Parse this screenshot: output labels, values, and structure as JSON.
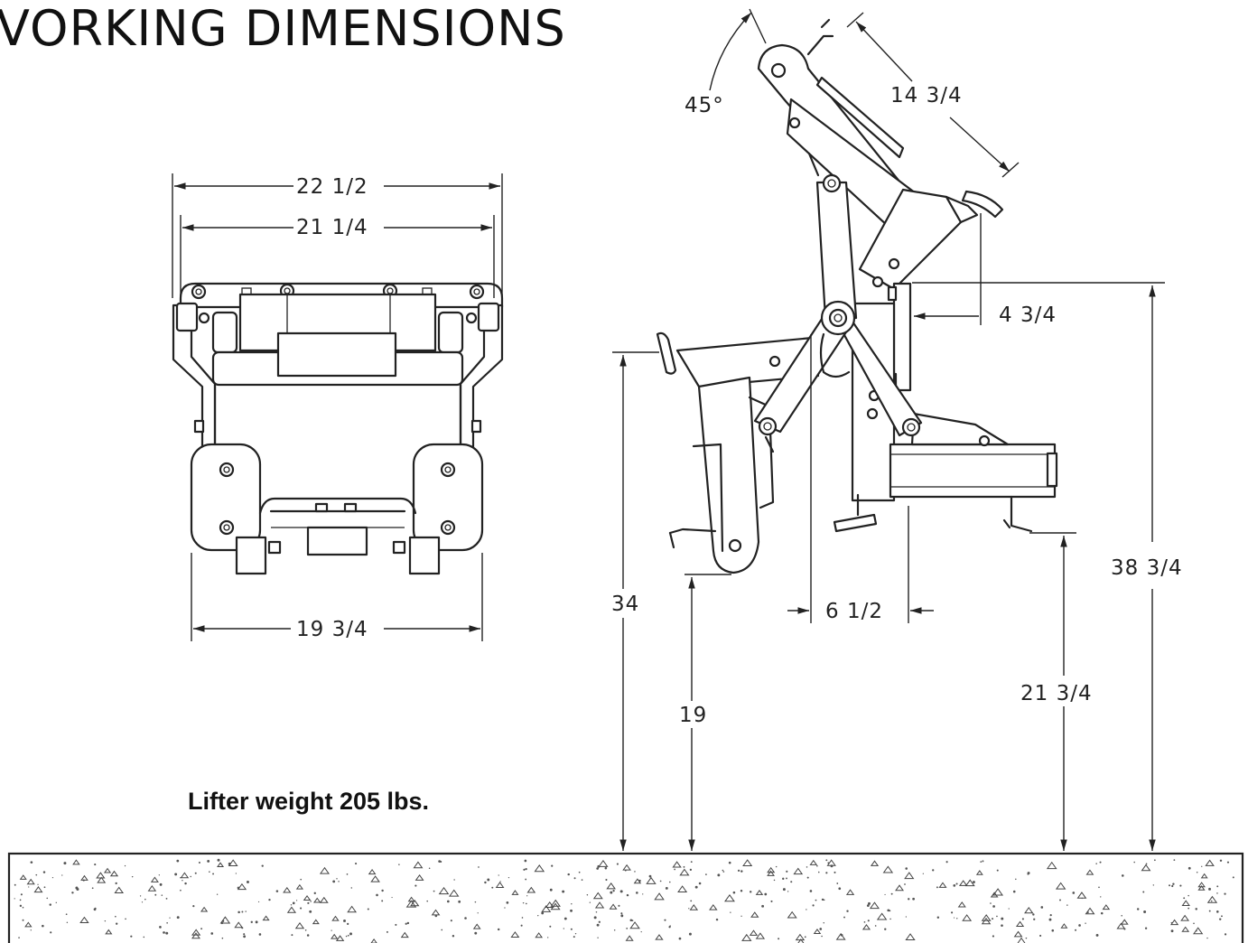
{
  "title": "VORKING DIMENSIONS",
  "weight_note": "Lifter weight 205 lbs.",
  "dimensions": {
    "front_outer_width": "22  1/2",
    "front_inner_width": "21  1/4",
    "front_base_width": "19  3/4",
    "tilt_angle": "45°",
    "arm_length": "14  3/4",
    "plate_offset": "4  3/4",
    "pivot_offset": "6  1/2",
    "overall_height": "38  3/4",
    "handle_height": "34",
    "bottom_clearance": "19",
    "receiver_height": "21  3/4"
  }
}
